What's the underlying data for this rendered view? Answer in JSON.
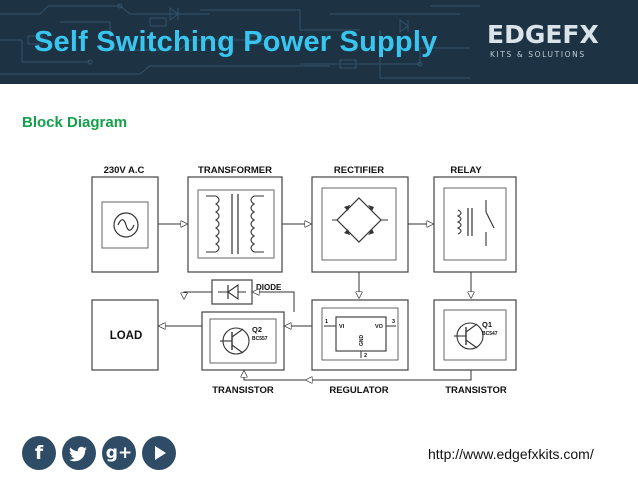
{
  "header": {
    "title": "Self Switching Power Supply",
    "logo_word": "EDGEFX",
    "logo_tagline": "KITS & SOLUTIONS"
  },
  "subtitle": "Block Diagram",
  "diagram": {
    "blocks": {
      "ac_source": "230V A.C",
      "transformer": "TRANSFORMER",
      "rectifier": "RECTIFIER",
      "relay": "RELAY",
      "load": "LOAD",
      "diode": "DIODE",
      "q2_transistor": "TRANSISTOR",
      "regulator": "REGULATOR",
      "q1_transistor": "TRANSISTOR"
    },
    "component_labels": {
      "q2_name": "Q2",
      "q2_part": "BC557",
      "q1_name": "Q1",
      "q1_part": "BC547",
      "reg_pin1": "1",
      "reg_pin3": "3",
      "reg_vi": "VI",
      "reg_vo": "VO",
      "reg_gnd": "GND",
      "reg_pin2": "2"
    }
  },
  "social": {
    "icons": [
      "facebook-icon",
      "twitter-icon",
      "google-plus-icon",
      "youtube-icon"
    ],
    "facebook_glyph": "f",
    "google_glyph": "g+"
  },
  "footer": {
    "url": "http://www.edgefxkits.com/"
  },
  "colors": {
    "banner_bg": "#1d3344",
    "title": "#38c6f0",
    "subtitle": "#14a04a",
    "social_bg": "#2f4c66"
  }
}
